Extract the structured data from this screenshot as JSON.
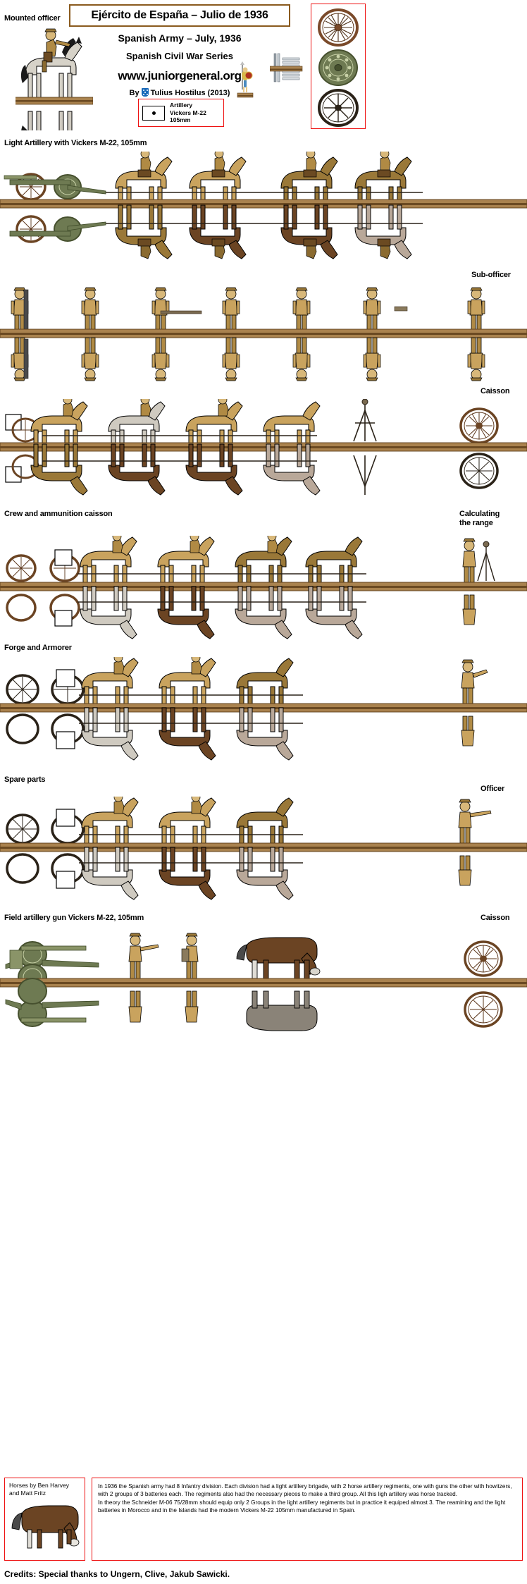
{
  "header": {
    "title": "Ejército de España – Julio de 1936",
    "subtitle_en": "Spanish Army – July, 1936",
    "series": "Spanish Civil War Series",
    "website": "www.juniorgeneral.org",
    "byline_prefix": "By",
    "byline_author": "Tulius Hostilus (2013)"
  },
  "legend": {
    "line1": "Artillery",
    "line2": "Vickers M-22",
    "line3": "105mm",
    "symbol": "dot-in-rectangle"
  },
  "labels": {
    "mounted_officer": "Mounted officer",
    "light_artillery": "Light Artillery with Vickers M-22, 105mm",
    "sub_officer": "Sub-officer",
    "caisson_1": "Caisson",
    "crew_and_ammunition_caisson": "Crew and ammunition caisson",
    "calculating_the_range_1": "Calculating",
    "calculating_the_range_2": "the range",
    "forge_and_armorer": "Forge and Armorer",
    "spare_parts": "Spare parts",
    "officer": "Officer",
    "field_gun": "Field artillery gun Vickers M-22, 105mm",
    "caisson_2": "Caisson"
  },
  "horse_credit": {
    "line1": "Horses by Ben Harvey",
    "line2": "and Matt Fritz"
  },
  "info_text": {
    "p1": "In 1936 the Spanish army had 8 Infantry division. Each division had a light artillery brigade, with 2 horse artillery regiments, one with guns the other with howitzers, with 2 groups of 3 batteries each. The regiments also had the necessary pieces to make a third group. All this ligh artillery was horse tracked.",
    "p2": "In theory the Schneider M-06 75/28mm should equip only 2 Groups in the light artillery regiments but in practice it equiped almost 3. The reamining and the light batteries in Morocco and in the Islands had the modern Vickers M-22 105mm manufactured in Spain."
  },
  "credits": "Credits: Special thanks to Ungern, Clive, Jakub Sawicki.",
  "colors": {
    "box_red": "#ee1111",
    "title_border": "#8a5a1e",
    "base_wood": "#a9824e",
    "base_wood_dark": "#6b4a22",
    "khaki": "#c9a35e",
    "khaki_dark": "#9a7838",
    "gun_green": "#6e7a52",
    "horse_brown": "#6b4423",
    "horse_tan": "#b98a4e",
    "horse_grey": "#cfcac0",
    "horse_dark": "#4a3626"
  }
}
